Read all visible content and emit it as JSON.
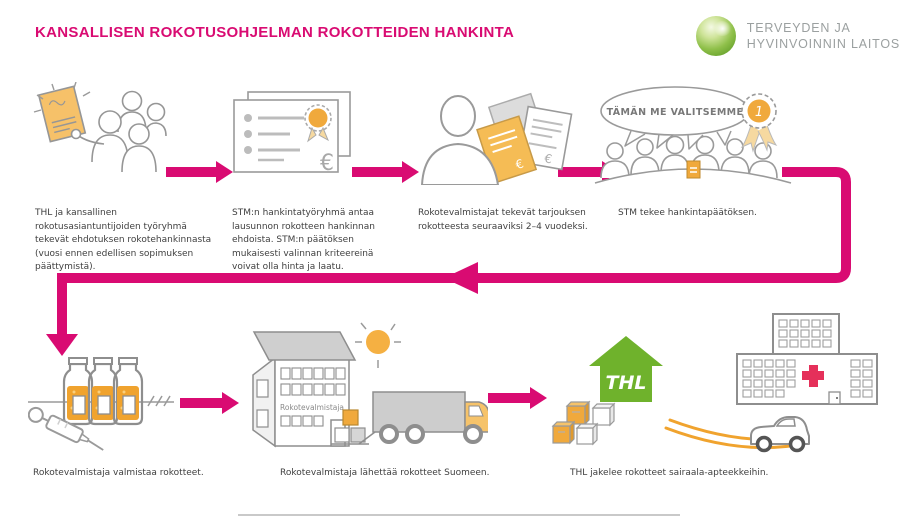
{
  "header": {
    "title": "KANSALLISEN ROKOTUSOHJELMAN ROKOTTEIDEN HANKINTA",
    "logo": {
      "line1": "TERVEYDEN JA",
      "line2": "HYVINVOINNIN LAITOS"
    }
  },
  "colors": {
    "accent": "#d90b72",
    "orange": "#f0a93c",
    "green": "#6fb22c",
    "outline": "#8e8e8e",
    "red_cross": "#e5305a",
    "logo_green": "#5a9e1e",
    "logo_text_gray": "#9ba0a0"
  },
  "misc": {
    "euro": "€"
  },
  "flow_top": {
    "steps": [
      {
        "id": "proposal",
        "icon": "people-holding-document-icon",
        "caption": "THL ja kansallinen rokotusasiantuntijoiden työryhmä tekevät ehdotuksen rokotehankinnasta (vuosi ennen edellisen sopimuksen päättymistä)."
      },
      {
        "id": "statement",
        "icon": "documents-seal-euro-icon",
        "caption": "STM:n hankintatyöryhmä antaa lausunnon rokotteen hankinnan ehdoista. STM:n päätöksen mukaisesti valinnan kriteereinä voivat olla hinta ja laatu."
      },
      {
        "id": "offers",
        "icon": "person-with-offer-documents-icon",
        "caption": "Rokotevalmistajat tekevät tarjouksen rokotteesta seuraaviksi 2–4 vuodeksi."
      },
      {
        "id": "decision",
        "icon": "committee-speech-bubble-icon",
        "bubble": "TÄMÄN ME VALITSEMME",
        "award_rank": "1",
        "caption": "STM tekee hankintapäätöksen."
      }
    ]
  },
  "flow_bottom": {
    "steps": [
      {
        "id": "manufacture",
        "icon": "vaccine-vials-syringe-icon",
        "caption": "Rokotevalmistaja valmistaa rokotteet."
      },
      {
        "id": "ship",
        "icon": "factory-truck-icon",
        "factory_label": "Rokotevalmistaja",
        "caption": "Rokotevalmistaja lähettää rokotteet Suomeen."
      },
      {
        "id": "distribute",
        "icon": "thl-warehouse-hospital-icon",
        "warehouse_label": "THL",
        "caption": "THL jakelee rokotteet sairaala-apteekkeihin."
      }
    ]
  }
}
